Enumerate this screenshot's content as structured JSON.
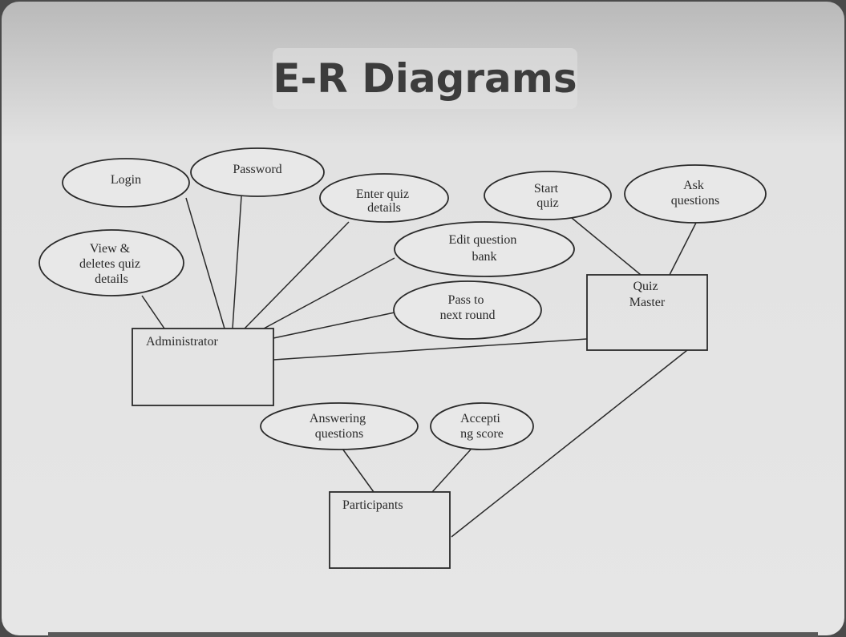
{
  "title": "E-R Diagrams",
  "entities": {
    "administrator": "Administrator",
    "quiz_master": [
      "Quiz",
      "Master"
    ],
    "participants": "Participants"
  },
  "attributes": {
    "login": [
      "Login"
    ],
    "password": [
      "Password"
    ],
    "enter_quiz": [
      "Enter quiz",
      "details"
    ],
    "view_delete": [
      "View &",
      "deletes quiz",
      "details"
    ],
    "edit_bank": [
      "Edit question",
      "bank"
    ],
    "pass_round": [
      "Pass to",
      "next round"
    ],
    "start_quiz": [
      "Start",
      "quiz"
    ],
    "ask_questions": [
      "Ask",
      "questions"
    ],
    "answering": [
      "Answering",
      "questions"
    ],
    "accepting": [
      "Accepti",
      "ng score"
    ]
  }
}
